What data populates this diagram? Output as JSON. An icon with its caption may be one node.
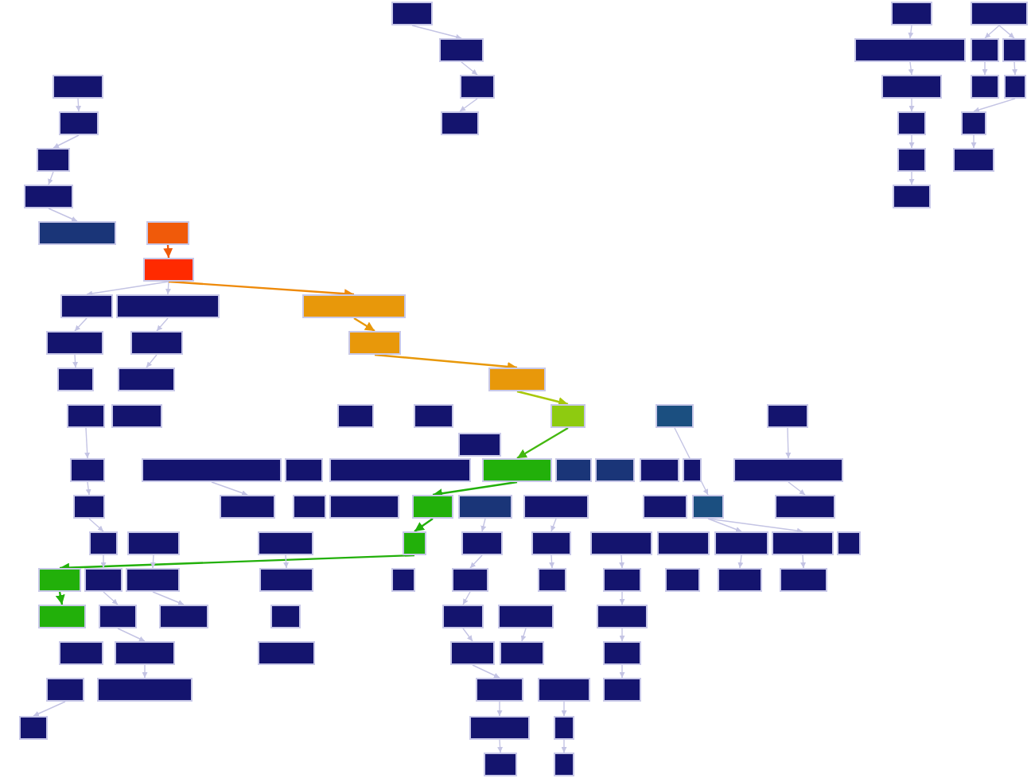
{
  "diagram": {
    "nodes": [
      {
        "text": [],
        "shape": "box"
      },
      {
        "text": [],
        "shape": "box"
      },
      {
        "text": [],
        "shape": "box"
      },
      {
        "text": [],
        "shape": "box"
      },
      {
        "text": [],
        "shape": "box"
      },
      {
        "text": [],
        "shape": "box"
      },
      {
        "text": [],
        "shape": "box"
      },
      {
        "text": [],
        "shape": "box"
      },
      {
        "text": [],
        "shape": "box"
      },
      {
        "text": [],
        "shape": "box"
      },
      {
        "text": [],
        "shape": "box"
      },
      {
        "text": [],
        "shape": "box"
      },
      {
        "text": [],
        "shape": "box"
      },
      {
        "text": [],
        "shape": "box"
      },
      {
        "text": [],
        "shape": "box"
      },
      {
        "text": [],
        "shape": "box"
      },
      {
        "text": [],
        "shape": "box"
      },
      {
        "text": [],
        "shape": "box"
      },
      {
        "text": [],
        "shape": "box"
      },
      {
        "text": [],
        "shape": "box"
      },
      {
        "text": [],
        "shape": "box"
      },
      {
        "text": [],
        "shape": "box"
      },
      {
        "text": [],
        "shape": "box"
      },
      {
        "text": [],
        "shape": "box"
      },
      {
        "text": [],
        "shape": "box"
      },
      {
        "text": [],
        "shape": "box"
      },
      {
        "text": [],
        "shape": "box"
      },
      {
        "text": [],
        "shape": "box"
      },
      {
        "text": [],
        "shape": "box"
      },
      {
        "text": [],
        "shape": "box"
      },
      {
        "text": [],
        "shape": "box"
      },
      {
        "text": [],
        "shape": "box"
      },
      {
        "text": [],
        "shape": "box"
      },
      {
        "text": [],
        "shape": "box"
      },
      {
        "text": [],
        "shape": "box"
      },
      {
        "text": [],
        "shape": "box"
      },
      {
        "text": [],
        "shape": "box"
      },
      {
        "text": [],
        "shape": "box"
      },
      {
        "text": [],
        "shape": "box"
      },
      {
        "text": [],
        "shape": "box"
      },
      {
        "text": [],
        "shape": "box"
      },
      {
        "text": [],
        "shape": "box"
      },
      {
        "text": [],
        "shape": "box"
      },
      {
        "text": [],
        "shape": "box"
      },
      {
        "text": [],
        "shape": "box"
      },
      {
        "text": [],
        "shape": "box"
      },
      {
        "text": [],
        "shape": "box"
      },
      {
        "text": [],
        "shape": "box"
      },
      {
        "text": [],
        "shape": "box"
      },
      {
        "text": [],
        "shape": "box"
      },
      {
        "text": [],
        "shape": "box"
      },
      {
        "text": [],
        "shape": "box"
      },
      {
        "text": [],
        "shape": "box"
      },
      {
        "text": [],
        "shape": "box"
      },
      {
        "text": [],
        "shape": "box"
      },
      {
        "text": [],
        "shape": "box"
      },
      {
        "text": [],
        "shape": "box"
      },
      {
        "text": [],
        "shape": "box"
      },
      {
        "text": [],
        "shape": "box"
      },
      {
        "text": [],
        "shape": "box"
      },
      {
        "text": [],
        "shape": "box"
      },
      {
        "text": [],
        "shape": "box"
      },
      {
        "text": [],
        "shape": "box"
      },
      {
        "text": [],
        "shape": "box"
      },
      {
        "text": [],
        "shape": "box"
      },
      {
        "text": [],
        "shape": "box"
      },
      {
        "text": [],
        "shape": "box"
      },
      {
        "text": [],
        "shape": "box"
      },
      {
        "text": [],
        "shape": "box"
      },
      {
        "text": [],
        "shape": "box"
      },
      {
        "text": [],
        "shape": "box"
      },
      {
        "text": [],
        "shape": "box"
      },
      {
        "text": [],
        "shape": "box"
      },
      {
        "text": [],
        "shape": "box"
      },
      {
        "text": [],
        "shape": "box"
      },
      {
        "text": [],
        "shape": "box"
      },
      {
        "text": [],
        "shape": "box"
      },
      {
        "text": [],
        "shape": "box"
      },
      {
        "text": [],
        "shape": "box"
      },
      {
        "text": [],
        "shape": "box"
      },
      {
        "text": [],
        "shape": "box"
      },
      {
        "text": [],
        "shape": "box"
      },
      {
        "text": [],
        "shape": "box"
      },
      {
        "text": [],
        "shape": "box"
      },
      {
        "text": [],
        "shape": "box"
      },
      {
        "text": [],
        "shape": "box"
      },
      {
        "text": [],
        "shape": "box"
      },
      {
        "text": [],
        "shape": "box"
      },
      {
        "text": [],
        "shape": "box"
      },
      {
        "text": [],
        "shape": "box"
      },
      {
        "text": [],
        "shape": "box"
      },
      {
        "text": [],
        "shape": "box"
      },
      {
        "text": [],
        "shape": "box"
      },
      {
        "text": [],
        "shape": "box"
      },
      {
        "text": [],
        "shape": "box"
      },
      {
        "text": [],
        "shape": "box"
      },
      {
        "text": [],
        "shape": "box"
      },
      {
        "text": [],
        "shape": "box"
      },
      {
        "text": [],
        "shape": "box"
      },
      {
        "text": [],
        "shape": "box"
      },
      {
        "text": [],
        "shape": "box"
      },
      {
        "text": [],
        "shape": "box"
      },
      {
        "text": [],
        "shape": "box"
      },
      {
        "text": [],
        "shape": "box"
      },
      {
        "text": [],
        "shape": "box"
      },
      {
        "text": [],
        "shape": "box"
      }
    ],
    "edges": [
      {
        "from": 7,
        "to": 12,
        "arrow": "to"
      },
      {
        "from": 12,
        "to": 16,
        "arrow": "to"
      },
      {
        "from": 16,
        "to": 19,
        "arrow": "to"
      },
      {
        "from": 19,
        "to": 21,
        "arrow": "to"
      },
      {
        "from": 22,
        "to": 23,
        "arrow": "to",
        "color": "#f05a0a"
      },
      {
        "from": 23,
        "to": 24,
        "arrow": "to"
      },
      {
        "from": 23,
        "to": 25,
        "arrow": "to"
      },
      {
        "from": 23,
        "to": 26,
        "arrow": "to",
        "color": "#ee8a0a"
      },
      {
        "from": 24,
        "to": 27,
        "arrow": "to"
      },
      {
        "from": 25,
        "to": 28,
        "arrow": "to"
      },
      {
        "from": 27,
        "to": 30,
        "arrow": "to"
      },
      {
        "from": 28,
        "to": 31,
        "arrow": "to"
      },
      {
        "from": 26,
        "to": 29,
        "arrow": "to",
        "color": "#e8980a"
      },
      {
        "from": 29,
        "to": 32,
        "arrow": "to",
        "color": "#e8980a"
      },
      {
        "from": 32,
        "to": 37,
        "arrow": "to",
        "color": "#a8c80a"
      },
      {
        "from": 0,
        "to": 3,
        "arrow": "to"
      },
      {
        "from": 3,
        "to": 8,
        "arrow": "to"
      },
      {
        "from": 8,
        "to": 13,
        "arrow": "to"
      },
      {
        "from": 37,
        "to": 45,
        "arrow": "to",
        "color": "#44b810"
      },
      {
        "from": 45,
        "to": 55,
        "arrow": "to",
        "color": "#22b00a"
      },
      {
        "from": 55,
        "to": 64,
        "arrow": "to",
        "color": "#22b00a"
      },
      {
        "from": 64,
        "to": 72,
        "arrow": "to",
        "color": "#22b00a"
      },
      {
        "from": 72,
        "to": 83,
        "arrow": "to",
        "color": "#22b00a"
      },
      {
        "from": 1,
        "to": 4,
        "arrow": "to"
      },
      {
        "from": 2,
        "to": 5,
        "arrow": "to"
      },
      {
        "from": 2,
        "to": 6,
        "arrow": "to"
      },
      {
        "from": 4,
        "to": 9,
        "arrow": "to"
      },
      {
        "from": 5,
        "to": 10,
        "arrow": "to"
      },
      {
        "from": 6,
        "to": 11,
        "arrow": "to"
      },
      {
        "from": 9,
        "to": 14,
        "arrow": "to"
      },
      {
        "from": 14,
        "to": 17,
        "arrow": "to"
      },
      {
        "from": 17,
        "to": 20,
        "arrow": "to"
      },
      {
        "from": 11,
        "to": 15,
        "arrow": "to"
      },
      {
        "from": 15,
        "to": 18,
        "arrow": "to"
      },
      {
        "from": 33,
        "to": 41,
        "arrow": "to"
      },
      {
        "from": 41,
        "to": 51,
        "arrow": "to"
      },
      {
        "from": 51,
        "to": 61,
        "arrow": "to"
      },
      {
        "from": 61,
        "to": 73,
        "arrow": "to"
      },
      {
        "from": 62,
        "to": 74,
        "arrow": "to"
      },
      {
        "from": 73,
        "to": 84,
        "arrow": "to"
      },
      {
        "from": 74,
        "to": 85,
        "arrow": "to"
      },
      {
        "from": 84,
        "to": 91,
        "arrow": "to"
      },
      {
        "from": 91,
        "to": 97,
        "arrow": "to"
      },
      {
        "from": 96,
        "to": 101,
        "arrow": "to"
      },
      {
        "from": 42,
        "to": 52,
        "arrow": "to"
      },
      {
        "from": 63,
        "to": 75,
        "arrow": "to"
      },
      {
        "from": 56,
        "to": 65,
        "arrow": "to"
      },
      {
        "from": 57,
        "to": 66,
        "arrow": "to"
      },
      {
        "from": 65,
        "to": 77,
        "arrow": "to"
      },
      {
        "from": 77,
        "to": 87,
        "arrow": "to"
      },
      {
        "from": 87,
        "to": 93,
        "arrow": "to"
      },
      {
        "from": 88,
        "to": 94,
        "arrow": "to"
      },
      {
        "from": 93,
        "to": 98,
        "arrow": "to"
      },
      {
        "from": 98,
        "to": 102,
        "arrow": "to"
      },
      {
        "from": 102,
        "to": 104,
        "arrow": "to"
      },
      {
        "from": 66,
        "to": 78,
        "arrow": "to"
      },
      {
        "from": 67,
        "to": 79,
        "arrow": "to"
      },
      {
        "from": 79,
        "to": 89,
        "arrow": "to"
      },
      {
        "from": 89,
        "to": 95,
        "arrow": "to"
      },
      {
        "from": 95,
        "to": 100,
        "arrow": "to"
      },
      {
        "from": 99,
        "to": 103,
        "arrow": "to"
      },
      {
        "from": 103,
        "to": 105,
        "arrow": "to"
      },
      {
        "from": 39,
        "to": 50,
        "arrow": "to"
      },
      {
        "from": 50,
        "to": 60,
        "arrow": "to"
      },
      {
        "from": 38,
        "to": 59,
        "arrow": "to"
      },
      {
        "from": 59,
        "to": 69,
        "arrow": "to"
      },
      {
        "from": 59,
        "to": 70,
        "arrow": "to"
      },
      {
        "from": 69,
        "to": 81,
        "arrow": "to"
      },
      {
        "from": 70,
        "to": 82,
        "arrow": "to"
      }
    ]
  }
}
